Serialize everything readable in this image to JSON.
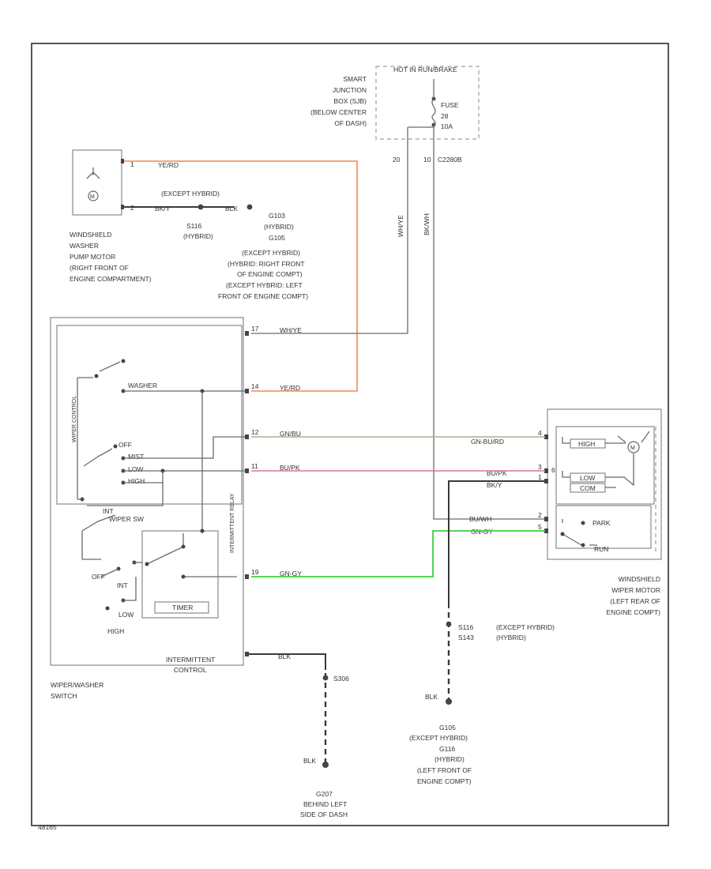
{
  "colors": {
    "orange_wire": "#f08a4b",
    "pink_wire": "#d873a8",
    "green_wire": "#3fcf3f",
    "tan_wire": "#b9a793",
    "gray_wire": "#6b6b6b",
    "ground_wire": "#3a3a3a"
  },
  "junction_box": {
    "header": "HOT IN RUN/BRAKE",
    "name_lines": [
      "SMART",
      "JUNCTION",
      "BOX (SJB)",
      "(BELOW CENTER",
      "OF DASH)"
    ],
    "fuse_lines": [
      "FUSE",
      "28",
      "10A"
    ],
    "pin_left": "20",
    "pin_right": "10",
    "connector": "C2280B"
  },
  "washer_pump": {
    "name_lines": [
      "WINDSHIELD",
      "WASHER",
      "PUMP MOTOR",
      "(RIGHT FRONT OF",
      "ENGINE COMPARTMENT)"
    ],
    "pin1": "1",
    "pin2": "2",
    "wire_top": "YE/RD",
    "wire_bottom": "BK/Y",
    "except_hybrid": "(EXCEPT HYBRID)",
    "blk": "BLK",
    "s_label": "S116",
    "s_sub": "(HYBRID)",
    "ground_lines": [
      "G103",
      "(HYBRID)",
      "G105",
      "(EXCEPT HYBRID)",
      "(HYBRID: RIGHT FRONT",
      "OF ENGINE COMPT)",
      "(EXCEPT HYBRID: LEFT",
      "FRONT OF ENGINE COMPT)"
    ]
  },
  "wire_labels": {
    "riser_left": "WH/YE",
    "riser_right": "BK/WH",
    "row1": "WH/YE",
    "row2": "YE/RD",
    "row3": "GN/BU",
    "row4": "BU/PK",
    "row3_right": "GN-BU/RD",
    "row4_right": "BU/PK",
    "gnd_right": "BK/Y",
    "row5_right": "BU/WH",
    "row6_right": "GN-GY",
    "row6": "GN-GY",
    "gnd_bottom": "BLK"
  },
  "switch_pins": [
    "17",
    "14",
    "12",
    "11",
    "19"
  ],
  "motor_pins": [
    "4",
    "3",
    "1",
    "2",
    "5",
    "6"
  ],
  "switch": {
    "name_lines": [
      "WIPER/WASHER",
      "SWITCH"
    ],
    "washer": "WASHER",
    "mist": "MIST",
    "off": "OFF",
    "int": "INT",
    "low": "LOW",
    "high": "HIGH",
    "wiper_control": "WIPER CONTROL",
    "int_relay": "INTERMITTENT RELAY",
    "timer": "TIMER",
    "off2": "OFF",
    "int2": "INT",
    "low2": "LOW",
    "high2": "HIGH",
    "wiper_sw": "WIPER SW",
    "int_control": [
      "INTERMITTENT",
      "CONTROL"
    ]
  },
  "wiper_motor": {
    "high": "HIGH",
    "low": "LOW",
    "park": "PARK",
    "run": "RUN",
    "common": "COM",
    "name_lines": [
      "WINDSHIELD",
      "WIPER MOTOR",
      "(LEFT REAR OF",
      "ENGINE COMPT)"
    ]
  },
  "splice_right": {
    "labels": [
      "S116",
      "S143"
    ],
    "qualifiers": [
      "(EXCEPT HYBRID)",
      "(HYBRID)"
    ],
    "blk": "BLK",
    "ground_lines": [
      "G105",
      "(EXCEPT HYBRID)",
      "G116",
      "(HYBRID)",
      "(LEFT FRONT OF",
      "ENGINE COMPT)"
    ]
  },
  "splice_bottom": {
    "label": "S306",
    "blk": "BLK",
    "ground_lines": [
      "G207",
      "BEHIND LEFT",
      "SIDE OF DASH"
    ]
  },
  "footer_code": "48165"
}
